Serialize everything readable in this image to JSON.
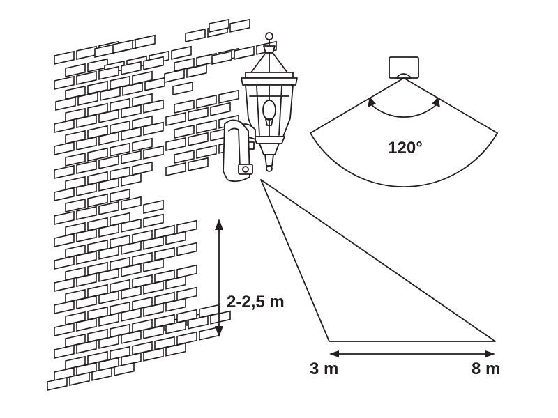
{
  "labels": {
    "detection_angle": "120°",
    "mounting_height": "2-2,5 m",
    "range_min": "3 m",
    "range_max": "8 m"
  },
  "icons": {
    "wall": "brick-wall-icon",
    "lamp": "lantern-lamp-icon",
    "sensor": "motion-sensor-icon"
  },
  "colors": {
    "ink": "#231f20",
    "background": "#ffffff"
  }
}
